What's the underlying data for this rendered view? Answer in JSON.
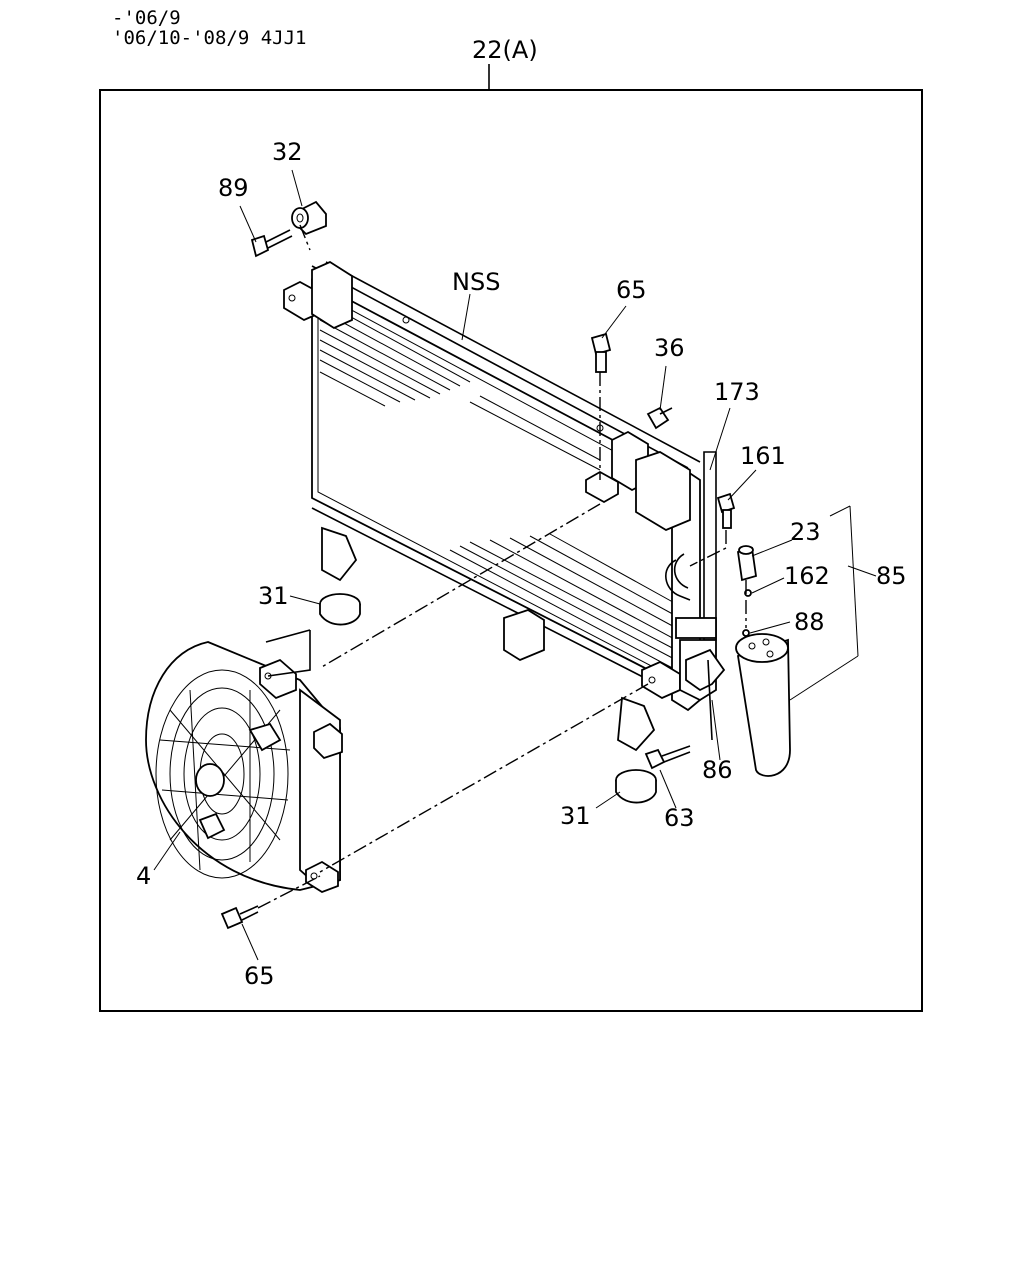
{
  "header": {
    "line1": "-'06/9",
    "line2": "'06/10-'08/9 4JJ1"
  },
  "assembly": {
    "ref": "22(A)"
  },
  "callouts": {
    "c32": "32",
    "c89": "89",
    "cNSS": "NSS",
    "c65_top": "65",
    "c36": "36",
    "c173": "173",
    "c161": "161",
    "c23": "23",
    "c162": "162",
    "c85": "85",
    "c88": "88",
    "c31_left": "31",
    "c86": "86",
    "c31_bottom": "31",
    "c63": "63",
    "c4": "4",
    "c65_bottom": "65"
  }
}
